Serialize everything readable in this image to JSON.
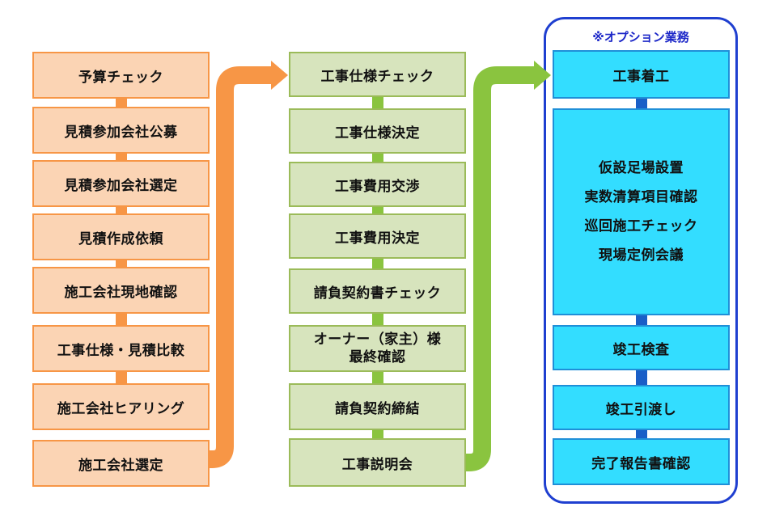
{
  "colors": {
    "orange_fill": "#fbd4b4",
    "orange_accent": "#f79646",
    "green_fill": "#d7e4bd",
    "green_accent": "#8ac43f",
    "cyan_fill": "#33ddff",
    "blue_border": "#1f3fd0",
    "title_blue": "#1c27c8"
  },
  "column1": {
    "steps": [
      "予算チェック",
      "見積参加会社公募",
      "見積参加会社選定",
      "見積作成依頼",
      "施工会社現地確認",
      "工事仕様・見積比較",
      "施工会社ヒアリング",
      "施工会社選定"
    ]
  },
  "column2": {
    "steps": [
      "工事仕様チェック",
      "工事仕様決定",
      "工事費用交渉",
      "工事費用決定",
      "請負契約書チェック",
      "オーナー（家主）様",
      "最終確認",
      "請負契約締結",
      "工事説明会"
    ]
  },
  "column3": {
    "title": "※オプション業務",
    "steps": [
      "工事着工",
      "仮設足場設置",
      "実数清算項目確認",
      "巡回施工チェック",
      "現場定例会議",
      "竣工検査",
      "竣工引渡し",
      "完了報告書確認"
    ]
  }
}
